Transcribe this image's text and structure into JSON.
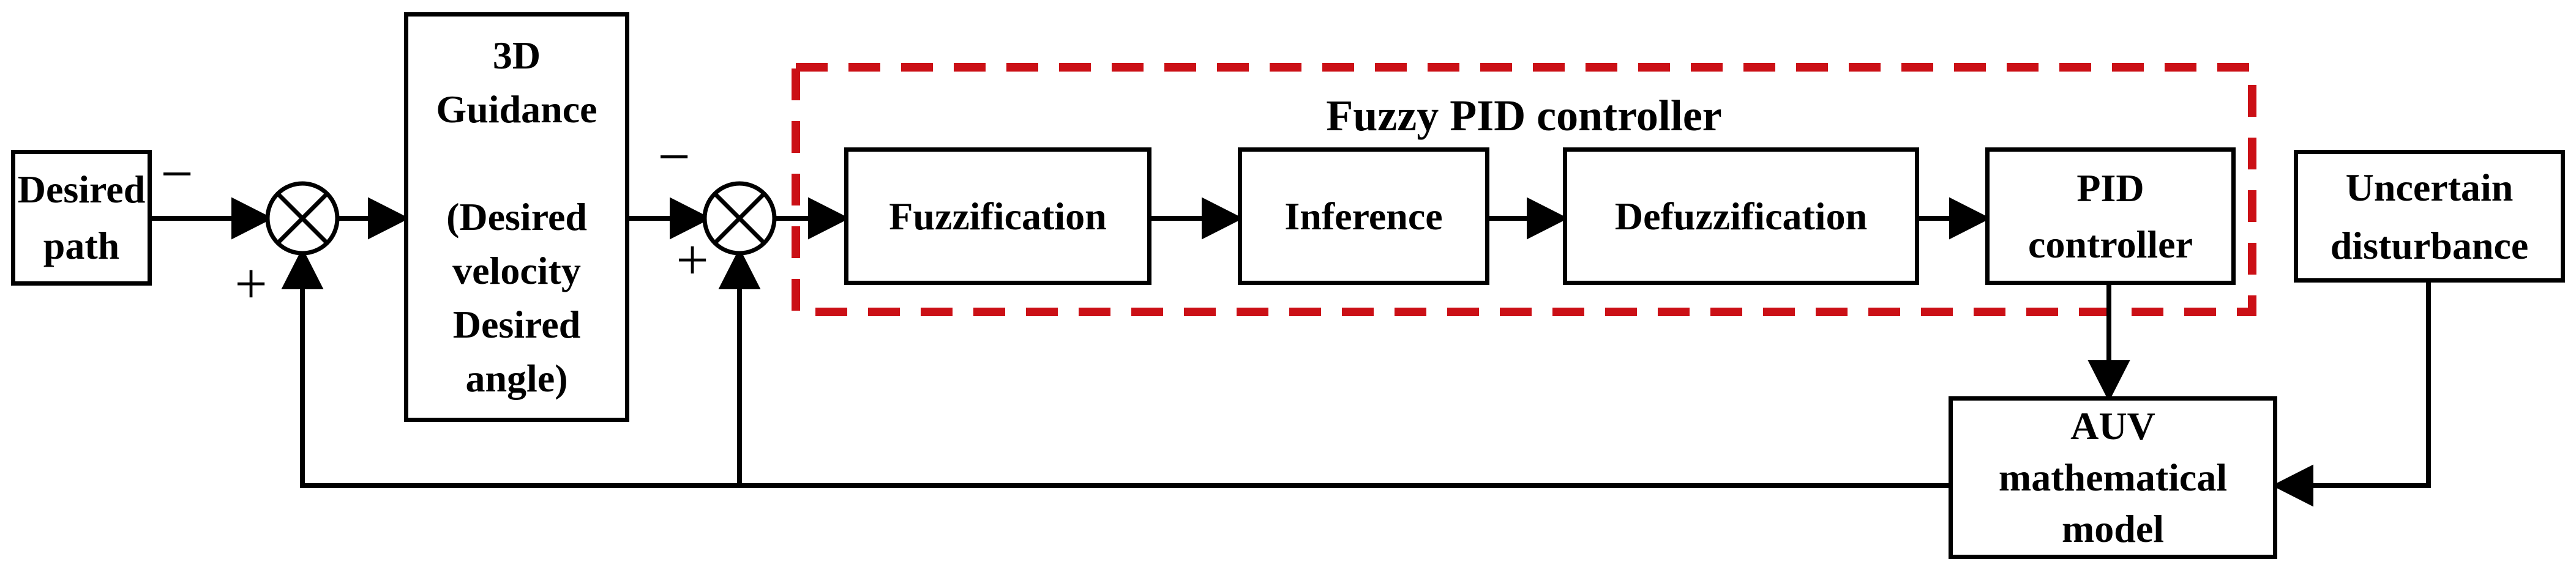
{
  "diagram": {
    "title": "Fuzzy PID controller",
    "boxes": {
      "desired_path": "Desired\npath",
      "guidance": "3D\nGuidance\n\n(Desired\nvelocity\nDesired\nangle)",
      "fuzzification": "Fuzzification",
      "inference": "Inference",
      "defuzzification": "Defuzzification",
      "pid_controller": "PID\ncontroller",
      "uncertain_disturbance": "Uncertain\ndisturbance",
      "auv_model": "AUV\nmathematical\nmodel"
    },
    "signs": {
      "junction1_minus": "−",
      "junction1_plus": "+",
      "junction2_minus": "−",
      "junction2_plus": "+"
    },
    "colors": {
      "line": "#000000",
      "dashed_border": "#cb1016",
      "background": "#ffffff"
    }
  }
}
